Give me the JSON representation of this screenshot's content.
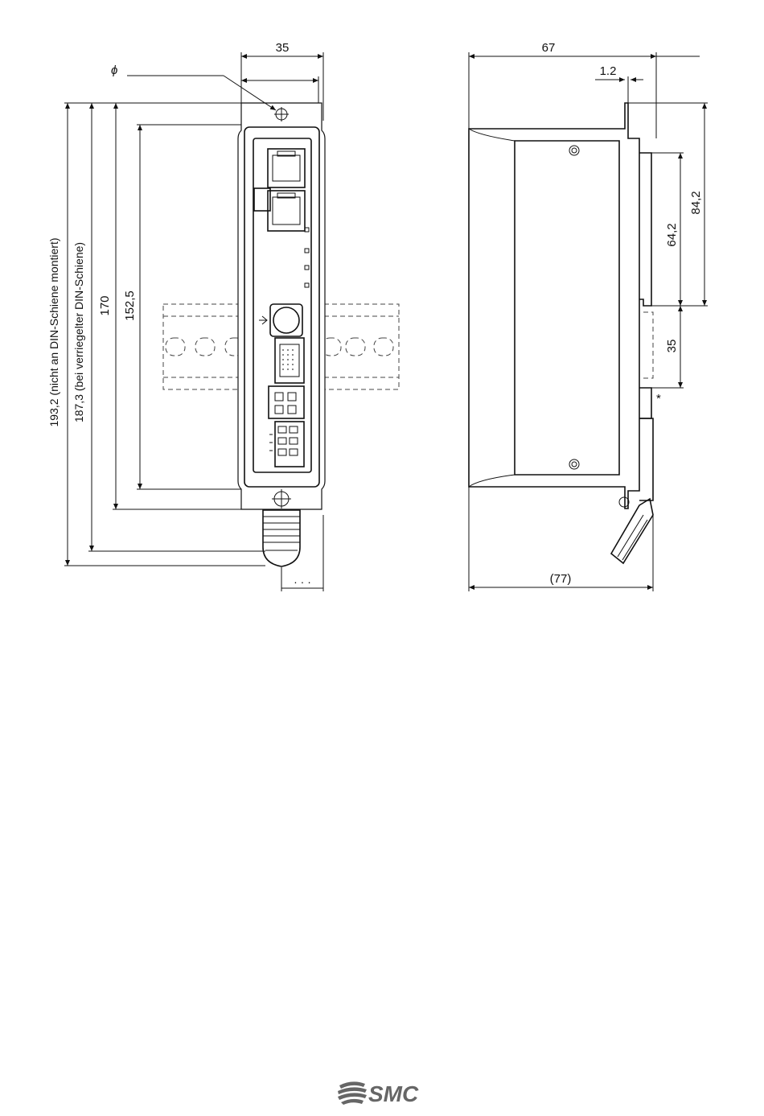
{
  "front_view": {
    "width_label": "35",
    "hole_symbol": "ϕ",
    "height_mounted_label": "193,2 (nicht an DIN-Schiene montiert)",
    "height_locked_label": "187,3 (bei verriegelter DIN-Schiene)",
    "height_body_label": "170",
    "height_hole_pitch_label": "152,5",
    "bottom_small_label": "· · ·"
  },
  "side_view": {
    "depth_label": "67",
    "flange_label": "1.2",
    "upper_height_label": "84,2",
    "rail_offset_label": "64,2",
    "rail_width_label": "35",
    "total_depth_label": "(77)",
    "note_mark": "*"
  },
  "brand": {
    "name": "SMC"
  }
}
